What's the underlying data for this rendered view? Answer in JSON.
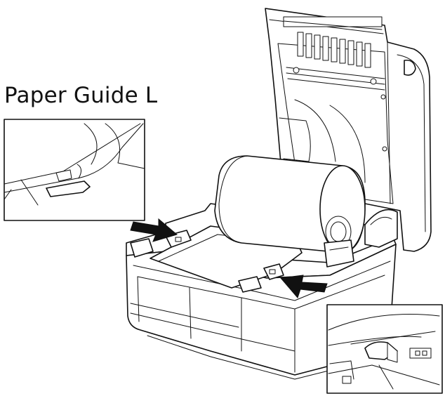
{
  "figure": {
    "caption": "Paper Guide L",
    "colors": {
      "line": "#111111",
      "background": "#ffffff",
      "arrow": "#111111"
    },
    "arrows": [
      "arrow-to-left-guide",
      "arrow-to-right-guide"
    ]
  }
}
